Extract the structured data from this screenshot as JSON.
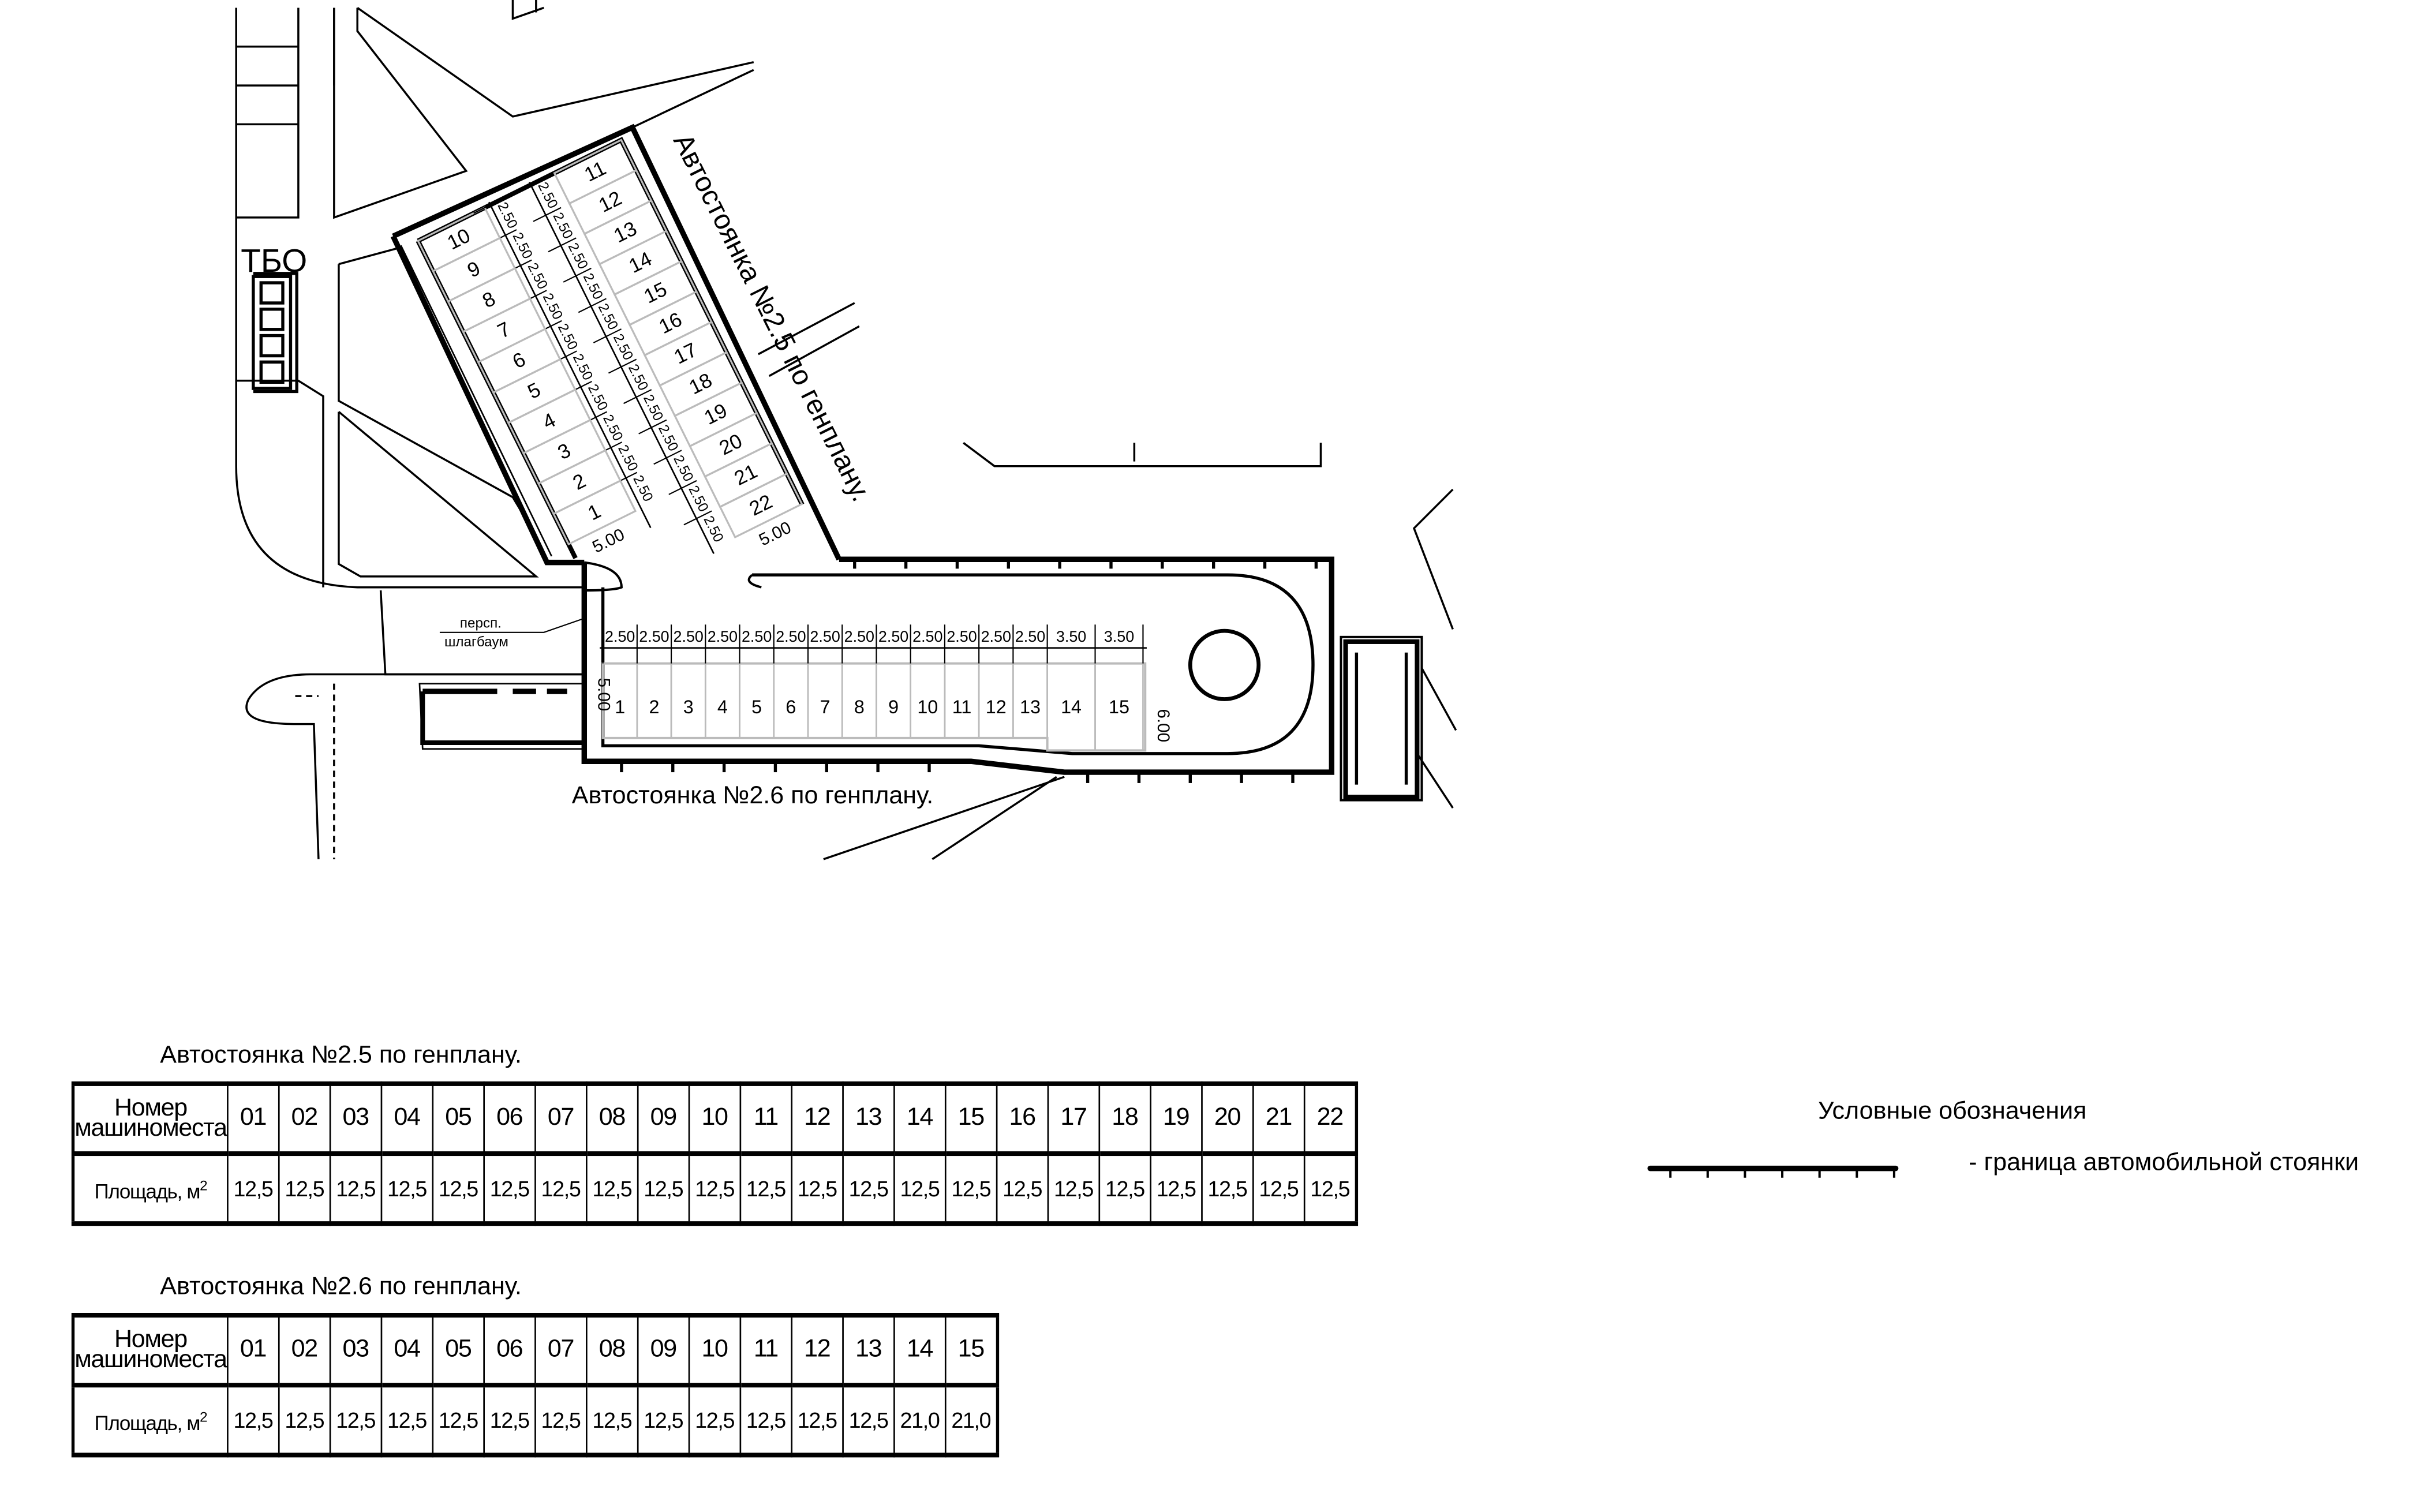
{
  "plan": {
    "tbo_label": "ТБО",
    "lot25_title": "Автостоянка №2.5 по генплану.",
    "lot26_title": "Автостоянка №2.6 по генплану.",
    "barrier_line1": "персп.",
    "barrier_line2": "шлагбаум",
    "lot25": {
      "left_spaces": [
        "1",
        "2",
        "3",
        "4",
        "5",
        "6",
        "7",
        "8",
        "9",
        "10"
      ],
      "right_spaces": [
        "11",
        "12",
        "13",
        "14",
        "15",
        "16",
        "17",
        "18",
        "19",
        "20",
        "21",
        "22"
      ],
      "space_width_label": "2.50",
      "depth_label": "5.00"
    },
    "lot26": {
      "spaces": [
        "1",
        "2",
        "3",
        "4",
        "5",
        "6",
        "7",
        "8",
        "9",
        "10",
        "11",
        "12",
        "13",
        "14",
        "15"
      ],
      "width_labels": [
        "2.50",
        "2.50",
        "2.50",
        "2.50",
        "2.50",
        "2.50",
        "2.50",
        "2.50",
        "2.50",
        "2.50",
        "2.50",
        "2.50",
        "2.50",
        "3.50",
        "3.50"
      ],
      "depth_label": "5.00",
      "large_depth_label": "6.00"
    }
  },
  "tables": [
    {
      "title": "Автостоянка №2.5 по генплану.",
      "row1_label": [
        "Номер",
        "машиноместа"
      ],
      "row2_label": "Площадь, м",
      "row2_sup": "2",
      "numbers": [
        "01",
        "02",
        "03",
        "04",
        "05",
        "06",
        "07",
        "08",
        "09",
        "10",
        "11",
        "12",
        "13",
        "14",
        "15",
        "16",
        "17",
        "18",
        "19",
        "20",
        "21",
        "22"
      ],
      "areas": [
        "12,5",
        "12,5",
        "12,5",
        "12,5",
        "12,5",
        "12,5",
        "12,5",
        "12,5",
        "12,5",
        "12,5",
        "12,5",
        "12,5",
        "12,5",
        "12,5",
        "12,5",
        "12,5",
        "12,5",
        "12,5",
        "12,5",
        "12,5",
        "12,5",
        "12,5"
      ]
    },
    {
      "title": "Автостоянка №2.6 по генплану.",
      "row1_label": [
        "Номер",
        "машиноместа"
      ],
      "row2_label": "Площадь, м",
      "row2_sup": "2",
      "numbers": [
        "01",
        "02",
        "03",
        "04",
        "05",
        "06",
        "07",
        "08",
        "09",
        "10",
        "11",
        "12",
        "13",
        "14",
        "15"
      ],
      "areas": [
        "12,5",
        "12,5",
        "12,5",
        "12,5",
        "12,5",
        "12,5",
        "12,5",
        "12,5",
        "12,5",
        "12,5",
        "12,5",
        "12,5",
        "12,5",
        "21,0",
        "21,0"
      ]
    }
  ],
  "legend": {
    "title": "Условные обозначения",
    "boundary_text": "- граница автомобильной стоянки"
  }
}
